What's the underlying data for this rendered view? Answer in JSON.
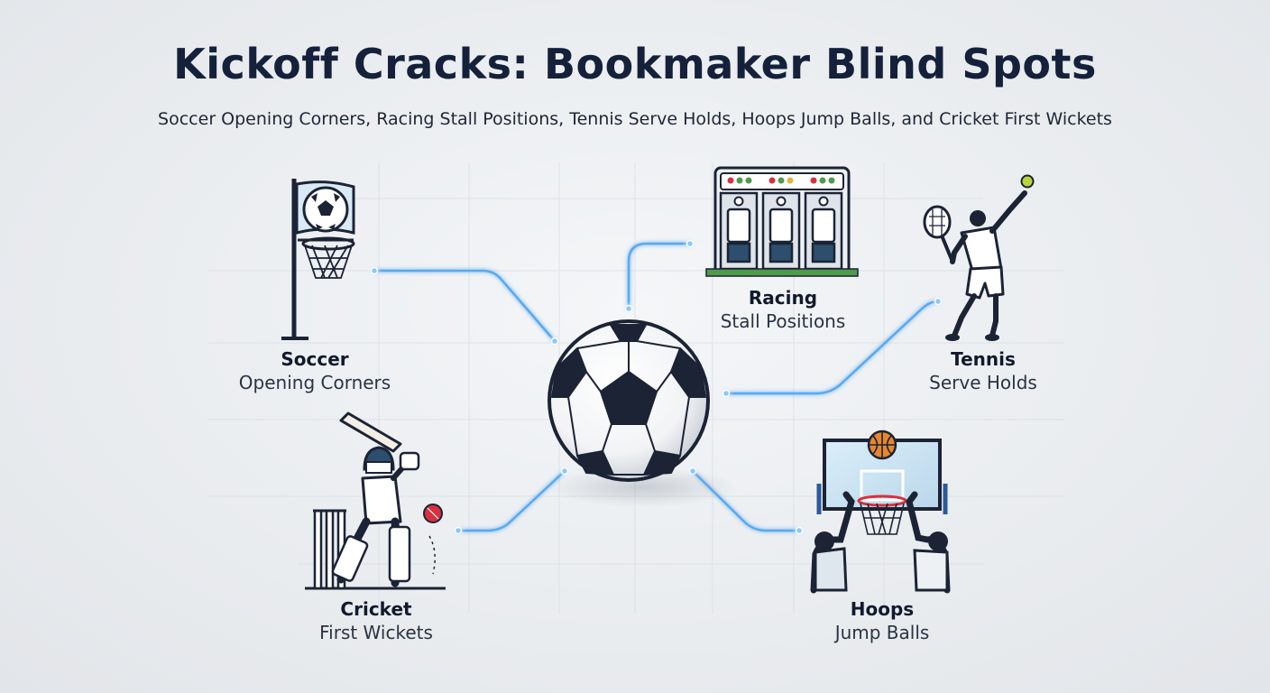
{
  "title": "Kickoff Cracks: Bookmaker Blind Spots",
  "subtitle": "Soccer Opening Corners, Racing Stall Positions, Tennis Serve Holds, Hoops Jump Balls, and Cricket First Wickets",
  "center": {
    "icon": "soccer-ball-icon"
  },
  "nodes": {
    "soccer": {
      "name": "Soccer",
      "desc": "Opening Corners",
      "icon": "corner-flag-basket-icon"
    },
    "racing": {
      "name": "Racing",
      "desc": "Stall Positions",
      "icon": "starting-stalls-icon"
    },
    "tennis": {
      "name": "Tennis",
      "desc": "Serve Holds",
      "icon": "tennis-player-serving-icon"
    },
    "cricket": {
      "name": "Cricket",
      "desc": "First Wickets",
      "icon": "cricket-batter-icon"
    },
    "hoops": {
      "name": "Hoops",
      "desc": "Jump Balls",
      "icon": "basketball-jump-ball-icon"
    }
  },
  "colors": {
    "connector": "#5aa9f0",
    "ink": "#1b2335",
    "grid": "#d5dae0",
    "ball_red": "#d8303f",
    "basketball": "#e8862b",
    "tennis_ball": "#b8d43a",
    "turf": "#4f9b4a"
  }
}
